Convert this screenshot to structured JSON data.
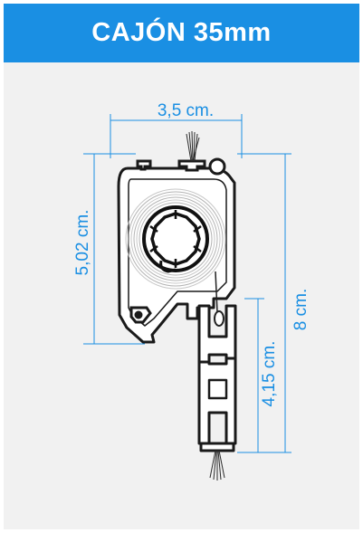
{
  "header": {
    "title": "CAJÓN 35mm",
    "bg_color": "#1a8fe3",
    "text_color": "#ffffff"
  },
  "diagram": {
    "dimension_color": "#1a8fe3",
    "dimensions": {
      "width": "3,5 cm.",
      "box_height": "5,02 cm.",
      "guide_height": "4,15 cm.",
      "total_height": "8 cm."
    }
  }
}
